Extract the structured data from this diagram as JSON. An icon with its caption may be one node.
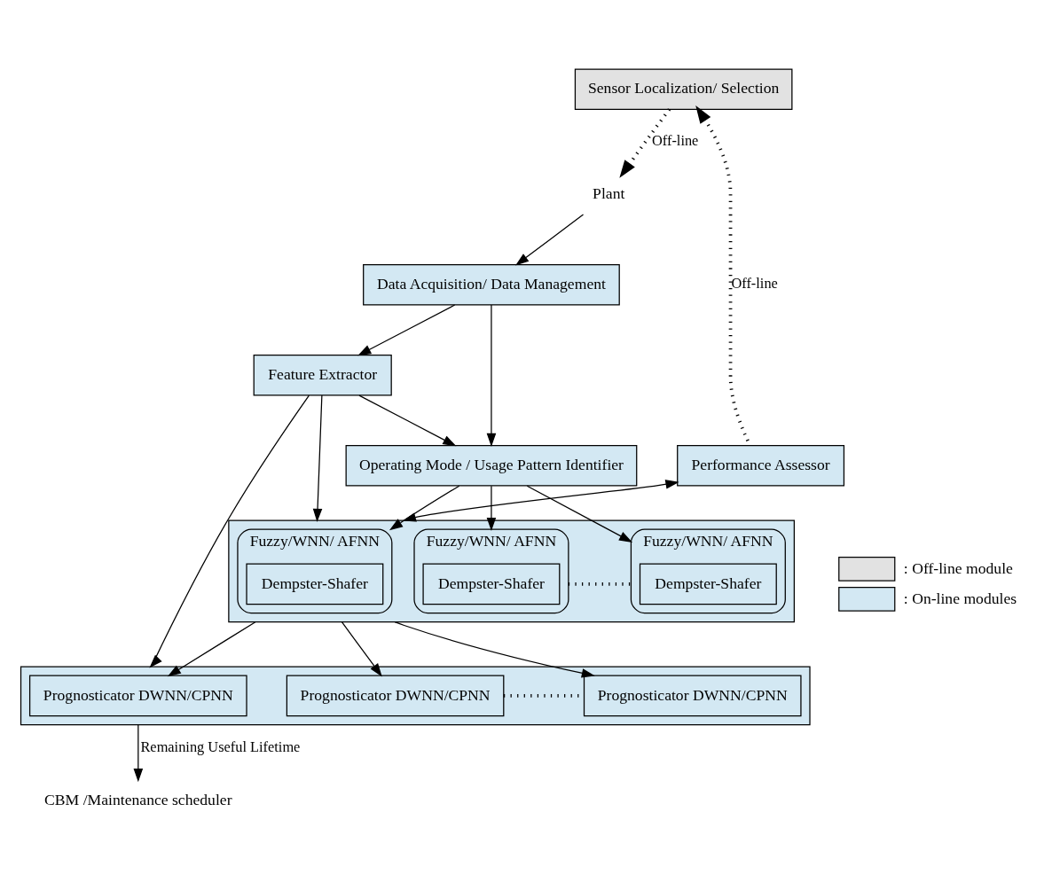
{
  "diagram": {
    "nodes": [
      {
        "text": [
          "Sensor Localization/ Selection"
        ]
      },
      {
        "text": [
          "Plant"
        ]
      },
      {
        "text": [
          "Data Acquisition/ Data Management"
        ]
      },
      {
        "text": [
          "Feature Extractor"
        ]
      },
      {
        "text": [
          "Operating Mode / Usage Pattern Identifier"
        ]
      },
      {
        "text": [
          "Performance Assessor"
        ]
      },
      {
        "text": [],
        "shape": "box"
      },
      {
        "text": [
          "Fuzzy/WNN/ AFNN"
        ],
        "in": 6
      },
      {
        "text": [
          "Dempster-Shafer"
        ],
        "in": 7
      },
      {
        "text": [
          "Fuzzy/WNN/ AFNN"
        ],
        "in": 6
      },
      {
        "text": [
          "Dempster-Shafer"
        ],
        "in": 9
      },
      {
        "text": [
          "Fuzzy/WNN/ AFNN"
        ],
        "in": 6
      },
      {
        "text": [
          "Dempster-Shafer"
        ],
        "in": 11
      },
      {
        "text": [],
        "shape": "box"
      },
      {
        "text": [
          "Prognosticator DWNN/CPNN"
        ],
        "in": 13
      },
      {
        "text": [
          "Prognosticator DWNN/CPNN"
        ],
        "in": 13
      },
      {
        "text": [
          "Prognosticator DWNN/CPNN"
        ],
        "in": 13
      },
      {
        "text": [
          "CBM /Maintenance scheduler"
        ]
      }
    ],
    "edges": [
      {
        "from": 0,
        "to": 1,
        "arrow": "to",
        "style": "dashed",
        "label": "Off-line"
      },
      {
        "from": 1,
        "to": 2,
        "arrow": "to"
      },
      {
        "from": 2,
        "to": 3,
        "arrow": "to"
      },
      {
        "from": 2,
        "to": 4,
        "arrow": "to"
      },
      {
        "from": 3,
        "to": 4,
        "arrow": "to"
      },
      {
        "from": 3,
        "to": 6,
        "arrow": "to"
      },
      {
        "from": 3,
        "to": 13,
        "arrow": "to"
      },
      {
        "from": 4,
        "to": 7,
        "arrow": "to"
      },
      {
        "from": 4,
        "to": 9,
        "arrow": "to"
      },
      {
        "from": 4,
        "to": 11,
        "arrow": "to"
      },
      {
        "from": 5,
        "to": 0,
        "arrow": "to",
        "style": "dashed",
        "label": "Off-line"
      },
      {
        "from": 5,
        "to": 6,
        "arrow": "both"
      },
      {
        "from": 9,
        "to": 11,
        "arrow": "none",
        "style": "dashed"
      },
      {
        "from": 6,
        "to": 14,
        "arrow": "to"
      },
      {
        "from": 6,
        "to": 15,
        "arrow": "to"
      },
      {
        "from": 6,
        "to": 16,
        "arrow": "to"
      },
      {
        "from": 15,
        "to": 16,
        "arrow": "none",
        "style": "dashed"
      },
      {
        "from": 13,
        "to": 17,
        "arrow": "to",
        "label": "Remaining Useful Lifetime"
      }
    ],
    "legend": [
      {
        "text": ": Off-line module",
        "color": "#e2e2e2"
      },
      {
        "text": ": On-line modules",
        "color": "#d3e8f3"
      }
    ]
  }
}
